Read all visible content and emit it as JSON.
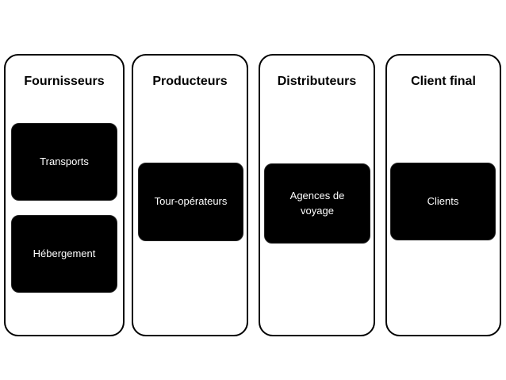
{
  "colors": {
    "border": "#000000",
    "box_fill": "#000000",
    "box_text": "#ffffff",
    "title_text": "#000000",
    "background": "#ffffff"
  },
  "columns": [
    {
      "title": "Fournisseurs",
      "boxes": [
        "Transports",
        "Hébergement"
      ]
    },
    {
      "title": "Producteurs",
      "boxes": [
        "Tour-opérateurs"
      ]
    },
    {
      "title": "Distributeurs",
      "boxes": [
        "Agences de voyage"
      ]
    },
    {
      "title": "Client final",
      "boxes": [
        "Clients"
      ]
    }
  ]
}
